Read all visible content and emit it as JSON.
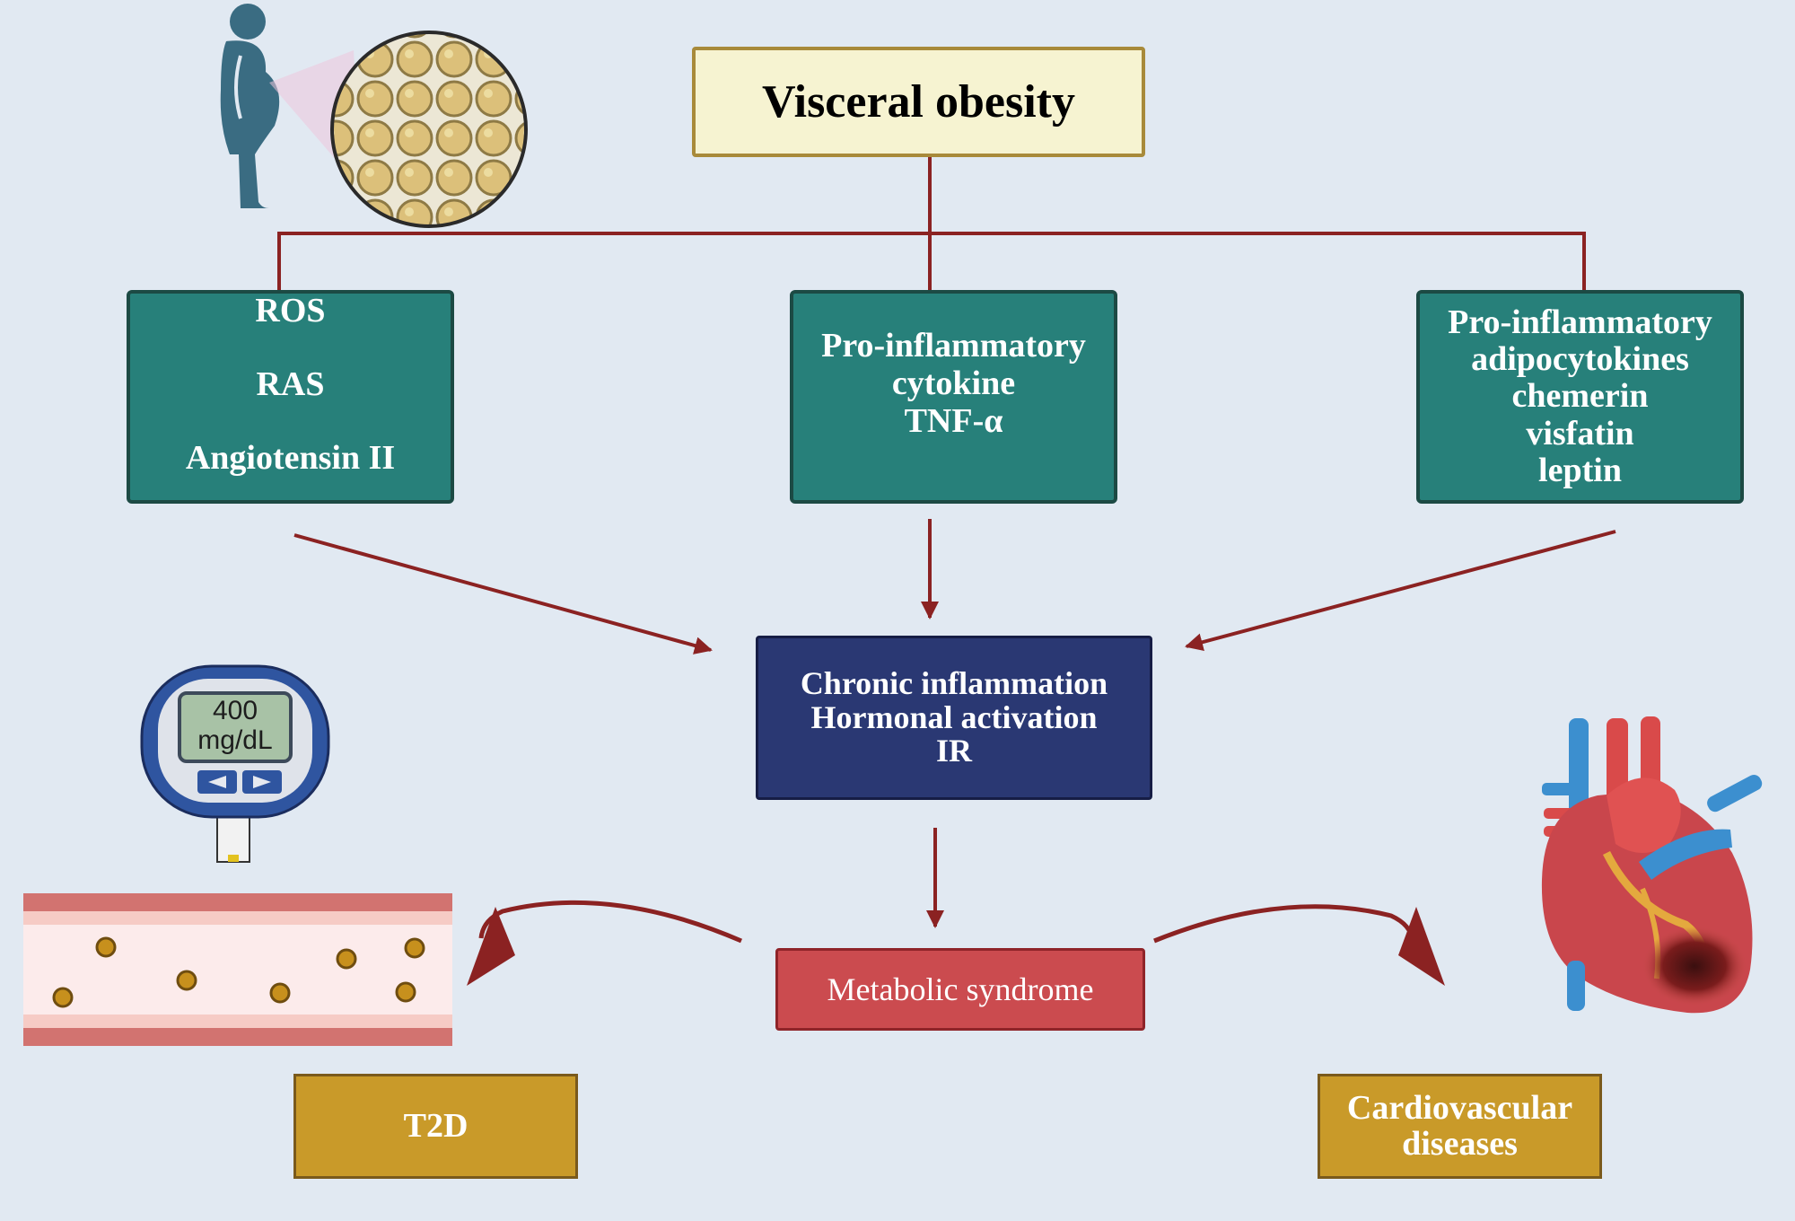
{
  "title": "Visceral obesity",
  "pathway_ros": {
    "step1": "ROS",
    "step2": "RAS",
    "step3": "Angiotensin II"
  },
  "cytokine": {
    "line1": "Pro-inflammatory",
    "line2": "cytokine",
    "line3": "TNF-α"
  },
  "adipocytokines": {
    "line1": "Pro-inflammatory",
    "line2": "adipocytokines",
    "line3": "chemerin",
    "line4": "visfatin",
    "line5": "leptin"
  },
  "central": {
    "line1": "Chronic inflammation",
    "line2": "Hormonal activation",
    "line3": "IR"
  },
  "metabolic": "Metabolic syndrome",
  "outcomes": {
    "t2d": "T2D",
    "cvd_line1": "Cardiovascular",
    "cvd_line2": "diseases"
  },
  "glucometer": {
    "value": "400",
    "unit": "mg/dL"
  },
  "colors": {
    "background": "#e1e9f2",
    "connector": "#8b2222",
    "teal": "#27807a",
    "navy": "#2a3873",
    "red": "#cb4b4f",
    "gold": "#c99a29",
    "cream": "#f6f3d1"
  },
  "icons": [
    "person-icon",
    "adipose-tissue-icon",
    "glucometer-icon",
    "blood-vessel-icon",
    "heart-icon"
  ]
}
